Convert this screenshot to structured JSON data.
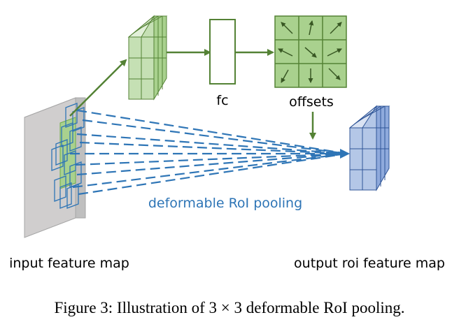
{
  "labels": {
    "fc": "fc",
    "offsets": "offsets",
    "deformable": "deformable RoI pooling",
    "input": "input feature map",
    "output": "output roi feature map"
  },
  "caption": {
    "text": "Figure 3: Illustration of 3 × 3 deformable RoI pooling."
  },
  "colors": {
    "green_fill": "#a9d18e",
    "green_face": "#c5e0b4",
    "green_dark": "#548235",
    "blue_fill": "#8faadc",
    "blue_face": "#b4c7e7",
    "blue_stroke": "#2f5597",
    "dash_blue": "#2e75b6",
    "gray_face": "#d9d9d9",
    "gray_side": "#bfbfbf"
  }
}
